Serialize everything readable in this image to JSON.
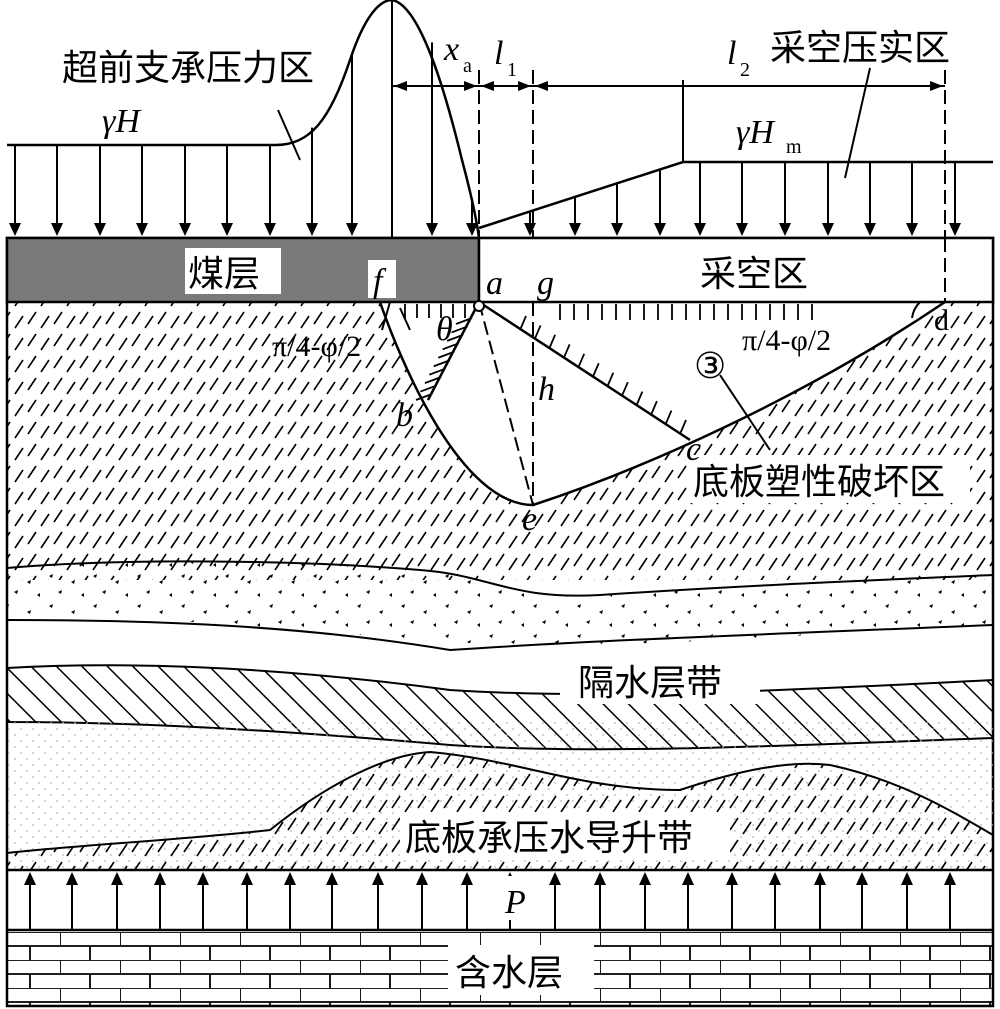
{
  "labels": {
    "advance_zone": "超前支承压力区",
    "compaction_zone": "采空压实区",
    "coal_seam": "煤层",
    "goaf": "采空区",
    "floor_plastic_zone": "底板塑性破坏区",
    "aquiclude": "隔水层带",
    "confined_rise_zone": "底板承压水导升带",
    "aquifer": "含水层",
    "circle3": "③",
    "angle_left": "π/4-φ/2",
    "angle_right": "π/4-φ/2"
  },
  "symbols": {
    "gammaH": "γH",
    "gammaHm_main": "γH",
    "gammaHm_sub": "m",
    "xa_main": "x",
    "xa_sub": "a",
    "l1_main": "l",
    "l1_sub": "1",
    "l2_main": "l",
    "l2_sub": "2",
    "P": "P",
    "theta": "θ",
    "a": "a",
    "b": "b",
    "c": "c",
    "d": "d",
    "e": "e",
    "f": "f",
    "g": "g",
    "h": "h"
  }
}
